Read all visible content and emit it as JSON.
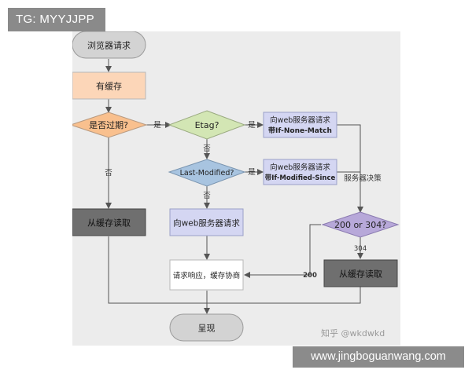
{
  "header_label": "TG: MYYJJPP",
  "footer_banner": "www.jingboguanwang.com",
  "watermark": "知乎 @wkdwkd",
  "nodes": {
    "start": "浏览器请求",
    "has_cache": "有缓存",
    "expired": "是否过期?",
    "etag": "Etag?",
    "req_if_none_match_line1": "向web服务器请求",
    "req_if_none_match_line2": "带If-None-Match",
    "last_modified": "Last-Modified?",
    "req_if_modified_since_line1": "向web服务器请求",
    "req_if_modified_since_line2": "带If-Modified-Since",
    "read_cache_left": "从缓存读取",
    "req_server": "向web服务器请求",
    "status_check": "200 or 304?",
    "response_negotiate": "请求响应，缓存协商",
    "read_cache_right": "从缓存读取",
    "end": "呈现"
  },
  "edge_labels": {
    "expired_yes": "是",
    "etag_yes": "是",
    "etag_no": "否",
    "lastmod_yes": "是",
    "lastmod_no": "否",
    "expired_no": "否",
    "server_decide": "服务器决策",
    "code_304": "304",
    "code_200": "200"
  },
  "colors": {
    "start_fill": "#d3d3d3",
    "cache_fill": "#fcd6b8",
    "expired_fill": "#f9c08e",
    "etag_fill": "#d3e6b4",
    "lastmod_fill": "#a8c4e0",
    "request_fill": "#d4d6f2",
    "dark_fill": "#6f6f6f",
    "status_fill": "#b7a8d9",
    "white_fill": "#ffffff",
    "arrow": "#555555"
  }
}
